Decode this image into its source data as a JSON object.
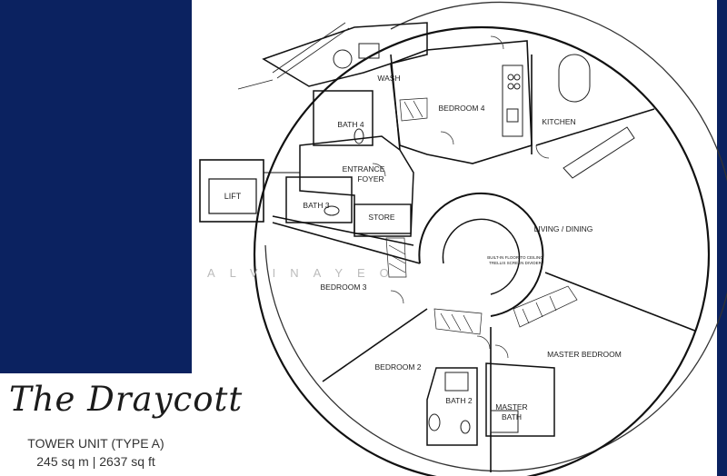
{
  "brand": {
    "title": "The Draycott",
    "unit_type": "TOWER UNIT (TYPE A)",
    "area": "245 sq m | 2637 sq ft",
    "navy": "#0b2260"
  },
  "watermark": "ALVINAYEO",
  "rooms": {
    "wash": "WASH",
    "bedroom4": "BEDROOM 4",
    "kitchen": "KITCHEN",
    "bath4": "BATH 4",
    "entrance": "ENTRANCE",
    "foyer": "FOYER",
    "lift": "LIFT",
    "bath3": "BATH 3",
    "store": "STORE",
    "living": "LIVING / DINING",
    "bedroom3": "BEDROOM 3",
    "bedroom2": "BEDROOM 2",
    "master_bedroom": "MASTER BEDROOM",
    "bath2": "BATH 2",
    "master": "MASTER",
    "master_bath": "BATH"
  },
  "notes": {
    "grille_1": "BUILT-IN FLOOR TO CEILING",
    "grille_2": "TRELLIS SCREEN DIVIDER"
  }
}
